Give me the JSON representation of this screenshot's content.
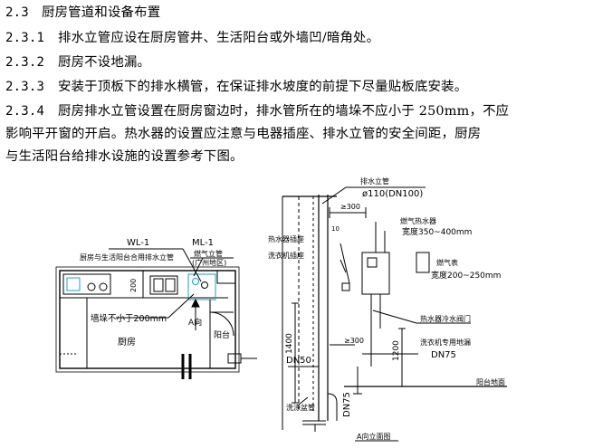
{
  "section": {
    "number": "2.3",
    "title": "厨房管道和设备布置"
  },
  "items": [
    {
      "number": "2.3.1",
      "text": "排水立管应设在厨房管井、生活阳台或外墙凹/暗角处。"
    },
    {
      "number": "2.3.2",
      "text": "厨房不设地漏。"
    },
    {
      "number": "2.3.3",
      "text": "安装于顶板下的排水横管，在保证排水坡度的前提下尽量贴板底安装。"
    },
    {
      "number": "2.3.4",
      "text": "厨房排水立管设置在厨房窗边时，排水管所在的墙垛不应小于 250mm，不应",
      "cont1": "影响平开窗的开启。热水器的设置应注意与电器插座、排水立管的安全间距，厨房",
      "cont2": "与生活阳台给排水设施的设置参考下图。"
    }
  ],
  "figure": {
    "plan": {
      "wl_label": "WL-1",
      "wl_desc": "厨房与生活阳台合用排水立管",
      "ml_label": "ML-1",
      "ml_desc1": "燃气立管",
      "ml_desc2": "(广州地区)",
      "dim_200": "200",
      "wall_note": "墙垛不小于200mm",
      "view_a": "A向",
      "kitchen": "厨房",
      "balcony": "阳台"
    },
    "elevation": {
      "stack_label": "排水立管",
      "stack_size": "ø110(DN100)",
      "dim_300_top": "≥300",
      "dim_10": "10",
      "gas_heater": "燃气热水器",
      "heater_width": "宽度350~400mm",
      "gas_meter": "燃气表",
      "meter_width": "宽度200~250mm",
      "heater_socket": "热水器插座",
      "washer_socket": "洗衣机插座",
      "heater_valve": "热水器冷水阀门",
      "washer_drain": "洗衣机专用地漏",
      "dn75_right": "DN75",
      "floor": "阳台地面",
      "dim_1400": "1400",
      "dim_300_bottom": "≥300",
      "dim_1200": "1200",
      "dn50": "DN50",
      "dn75_bottom": "DN75",
      "wash_basin": "洗涤盆管",
      "view_title": "A向立面图"
    }
  }
}
